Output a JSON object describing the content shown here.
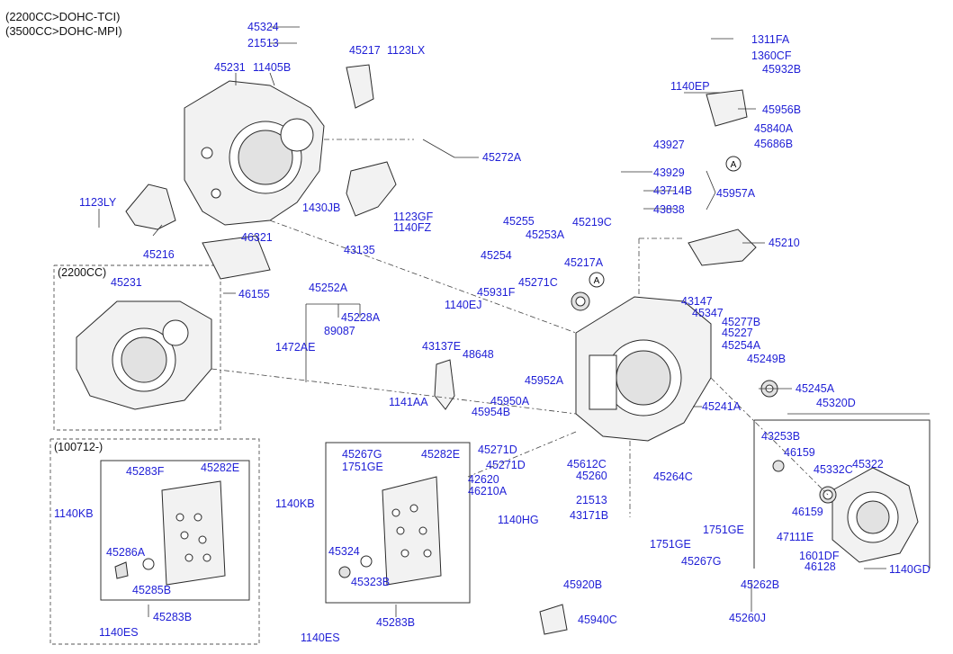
{
  "header": {
    "line1": "(2200CC>DOHC-TCI)",
    "line2": "(3500CC>DOHC-MPI)"
  },
  "sections": {
    "s2200": "(2200CC)",
    "s100712": "(100712-)"
  },
  "circle_ref": "A",
  "labels": {
    "l45324a": "45324",
    "l21513a": "21513",
    "l45217": "45217",
    "l1123LX": "1123LX",
    "l45231a": "45231",
    "l11405B": "11405B",
    "l45272A": "45272A",
    "l1430JB": "1430JB",
    "l1123GF": "1123GF",
    "l1140FZ": "1140FZ",
    "l43135": "43135",
    "l1123LY": "1123LY",
    "l45216": "45216",
    "l46321": "46321",
    "l46155": "46155",
    "l45231b": "45231",
    "l1311FA": "1311FA",
    "l1360CF": "1360CF",
    "l45932B": "45932B",
    "l1140EP": "1140EP",
    "l45956B": "45956B",
    "l45840A": "45840A",
    "l45686B": "45686B",
    "l43927": "43927",
    "l43929": "43929",
    "l43714B": "43714B",
    "l45957A": "45957A",
    "l43838": "43838",
    "l45255": "45255",
    "l45219C": "45219C",
    "l45253A": "45253A",
    "l45254": "45254",
    "l45217A": "45217A",
    "l45210": "45210",
    "l45271C": "45271C",
    "l45252A": "45252A",
    "l45931F": "45931F",
    "l1140EJ": "1140EJ",
    "l45228A": "45228A",
    "l89087": "89087",
    "l1472AE": "1472AE",
    "l48648": "48648",
    "l43137E": "43137E",
    "l43147": "43147",
    "l45347": "45347",
    "l45277B": "45277B",
    "l45227": "45227",
    "l45254A": "45254A",
    "l45249B": "45249B",
    "l45952A": "45952A",
    "l45245A": "45245A",
    "l1141AA": "1141AA",
    "l45950A": "45950A",
    "l45954B": "45954B",
    "l45241A": "45241A",
    "l45320D": "45320D",
    "l43253B": "43253B",
    "l46159a": "46159",
    "l45322": "45322",
    "l45332C": "45332C",
    "l46159b": "46159",
    "l47111E": "47111E",
    "l1601DF": "1601DF",
    "l46128": "46128",
    "l1140GD": "1140GD",
    "l45271Da": "45271D",
    "l45271Db": "45271D",
    "l42620": "42620",
    "l46210A": "46210A",
    "l1140HG": "1140HG",
    "l45612C": "45612C",
    "l45260": "45260",
    "l21513b": "21513",
    "l43171B": "43171B",
    "l45264C": "45264C",
    "l1751GEa": "1751GE",
    "l1751GEb": "1751GE",
    "l45267Ga": "45267G",
    "l45920B": "45920B",
    "l45940C": "45940C",
    "l45262B": "45262B",
    "l45260J": "45260J",
    "l45283F": "45283F",
    "l45282Ea": "45282E",
    "l1140KBa": "1140KB",
    "l45286A": "45286A",
    "l45285B": "45285B",
    "l45283Ba": "45283B",
    "l1140ESa": "1140ES",
    "l45267Gb": "45267G",
    "l1751GEc": "1751GE",
    "l45282Eb": "45282E",
    "l1140KBb": "1140KB",
    "l45324b": "45324",
    "l45323B": "45323B",
    "l45283Bb": "45283B",
    "l1140ESb": "1140ES"
  }
}
